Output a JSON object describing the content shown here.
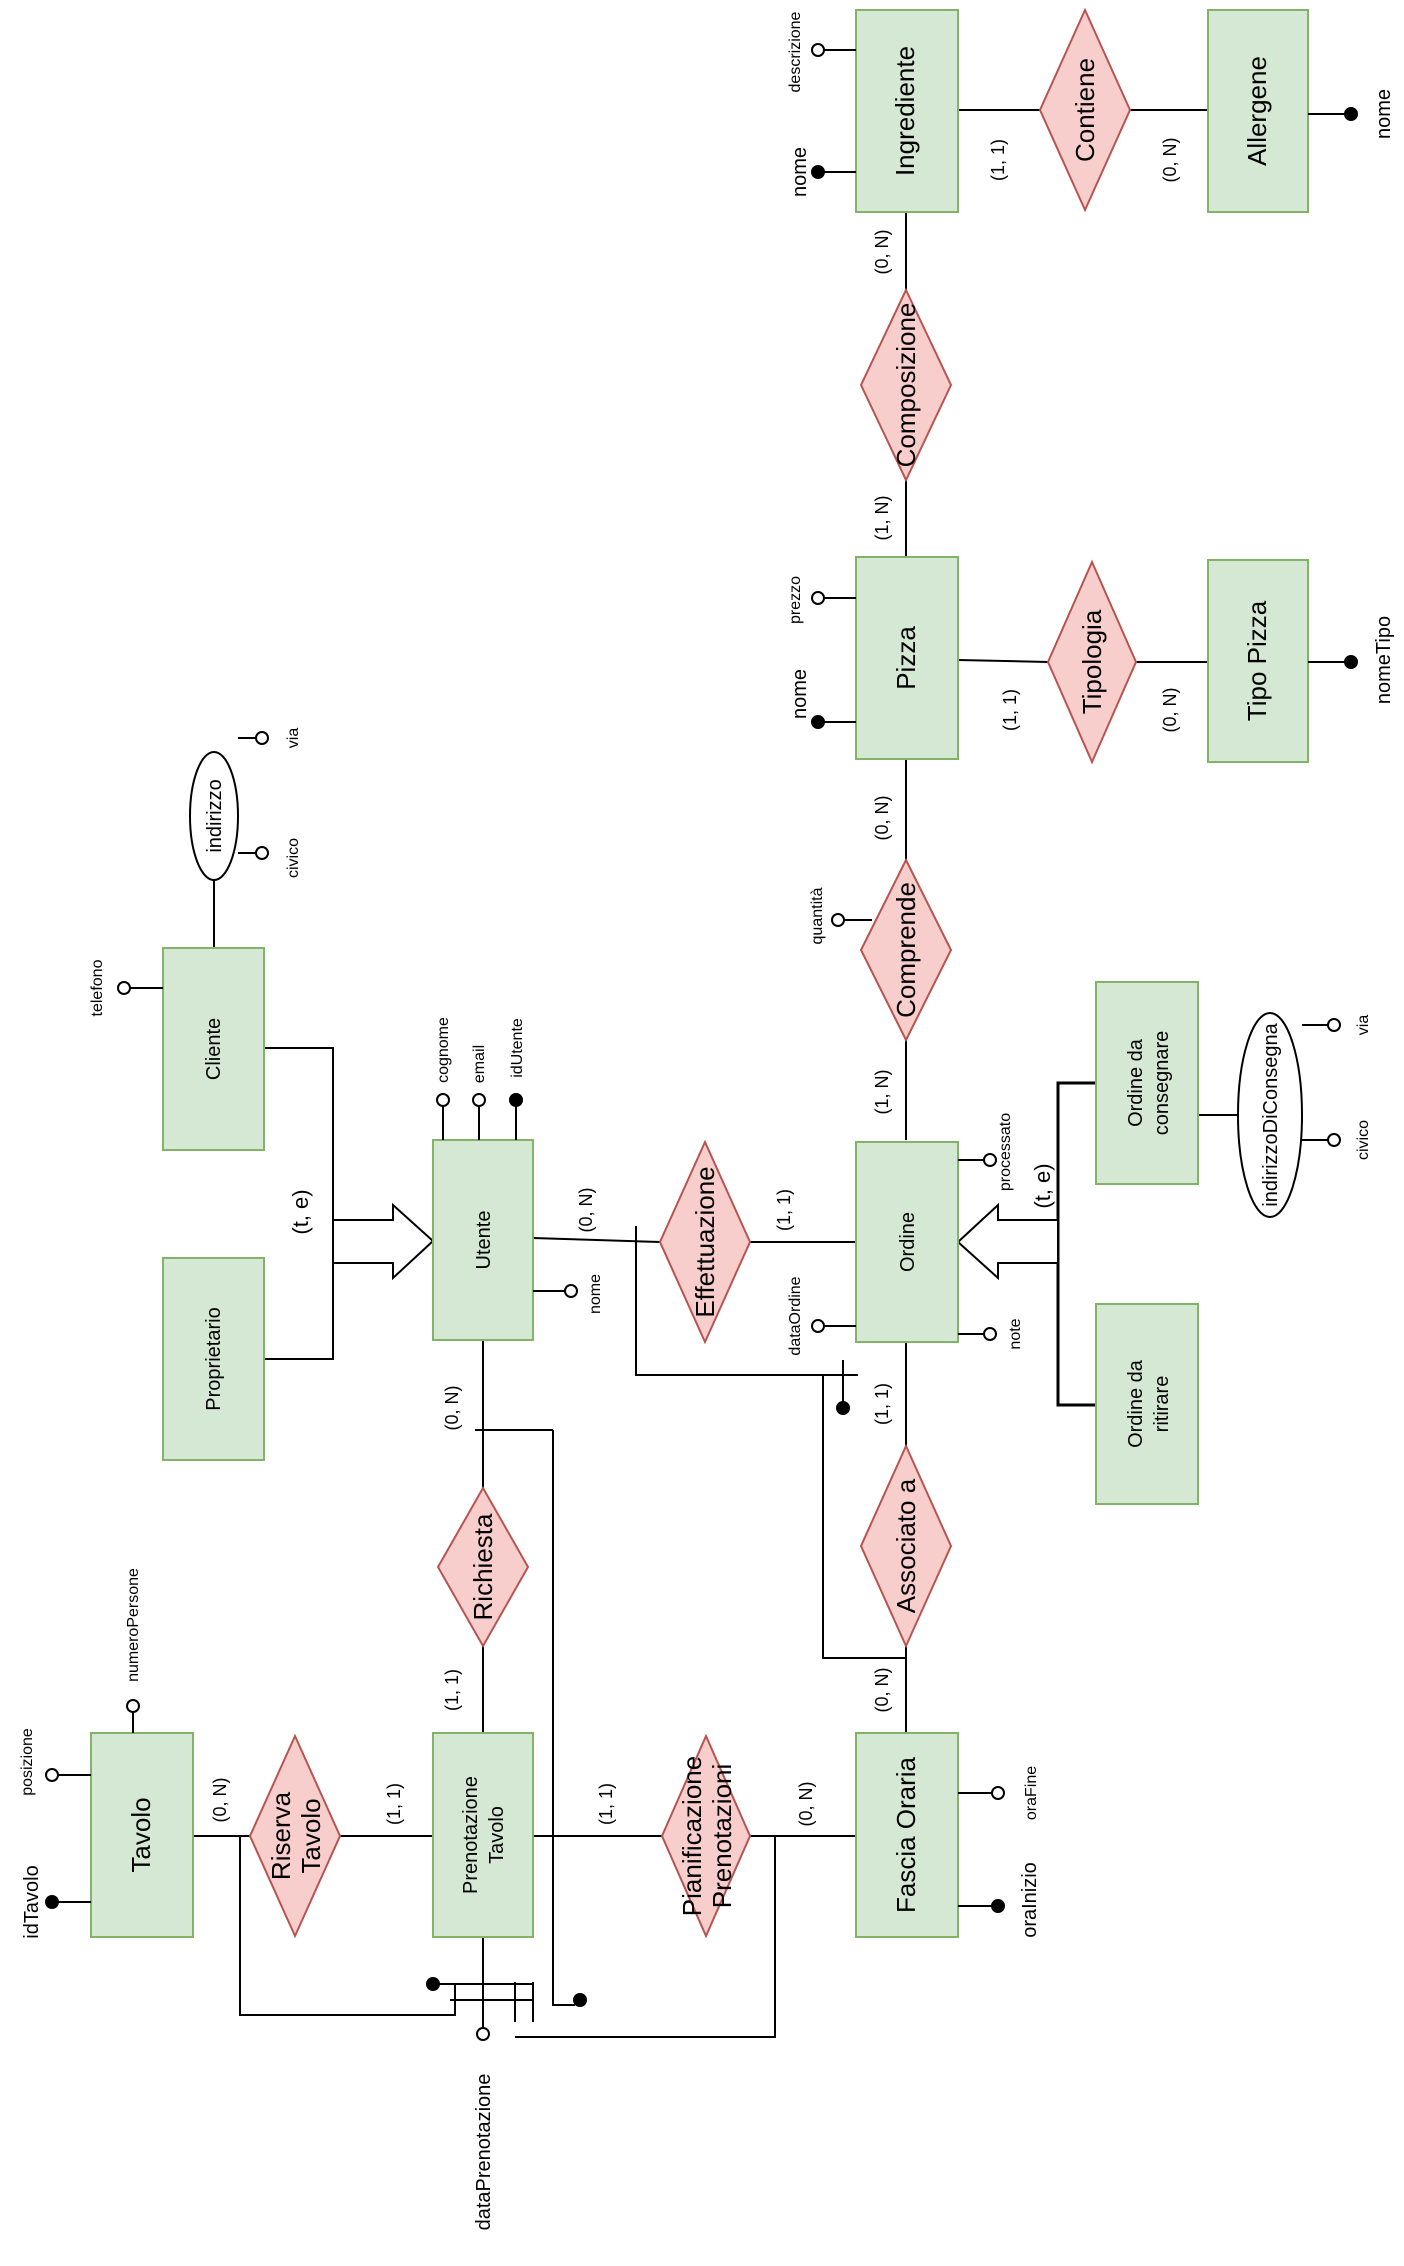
{
  "entities": {
    "ingrediente": "Ingrediente",
    "allergene": "Allergene",
    "pizza": "Pizza",
    "tipo_pizza": "Tipo Pizza",
    "cliente": "Cliente",
    "proprietario": "Proprietario",
    "utente": "Utente",
    "ordine": "Ordine",
    "ordine_consegnare": [
      "Ordine da",
      "consegnare"
    ],
    "ordine_ritirare": [
      "Ordine da",
      "ritirare"
    ],
    "tavolo": "Tavolo",
    "prenotazione_tavolo": [
      "Prenotazione",
      "Tavolo"
    ],
    "fascia_oraria": "Fascia Oraria"
  },
  "relationships": {
    "contiene": "Contiene",
    "composizione": "Composizione",
    "tipologia": "Tipologia",
    "comprende": "Comprende",
    "effettuazione": "Effettuazione",
    "associato_a": "Associato a",
    "richiesta": "Richiesta",
    "riserva_tavolo": [
      "Riserva",
      "Tavolo"
    ],
    "pianificazione_prenotazioni": [
      "Pianificazione",
      "Prenotazioni"
    ]
  },
  "composite_attributes": {
    "indirizzo": "indirizzo",
    "indirizzo_di_consegna": "indirizzoDiConsegna"
  },
  "attributes": {
    "ingrediente_descrizione": "descrizione",
    "ingrediente_nome": "nome",
    "allergene_nome": "nome",
    "pizza_prezzo": "prezzo",
    "pizza_nome": "nome",
    "tipo_pizza_nome_tipo": "nomeTipo",
    "comprende_quantita": "quantità",
    "cliente_telefono": "telefono",
    "indirizzo_via": "via",
    "indirizzo_civico": "civico",
    "utente_cognome": "cognome",
    "utente_email": "email",
    "utente_id_utente": "idUtente",
    "utente_nome": "nome",
    "ordine_processato": "processato",
    "ordine_note": "note",
    "ordine_data_ordine": "dataOrdine",
    "consegna_via": "via",
    "consegna_civico": "civico",
    "tavolo_posizione": "posizione",
    "tavolo_numero_persone": "numeroPersone",
    "tavolo_id_tavolo": "idTavolo",
    "fascia_ora_fine": "oraFine",
    "fascia_ora_inizio": "oraInizio",
    "prenotazione_data_prenotazione": "dataPrenotazione"
  },
  "cardinalities": {
    "ingrediente_contiene": "(1, 1)",
    "allergene_contiene": "(0, N)",
    "ingrediente_composizione": "(0, N)",
    "pizza_composizione": "(1, N)",
    "pizza_tipologia": "(1, 1)",
    "tipo_pizza_tipologia": "(0, N)",
    "pizza_comprende": "(0, N)",
    "ordine_comprende": "(1, N)",
    "utente_effettuazione": "(0, N)",
    "ordine_effettuazione": "(1, 1)",
    "ordine_associato": "(1, 1)",
    "fascia_associato": "(0, N)",
    "utente_richiesta": "(0, N)",
    "prenotazione_richiesta": "(1, 1)",
    "tavolo_riserva": "(0, N)",
    "prenotazione_riserva": "(1, 1)",
    "prenotazione_pianificazione": "(1, 1)",
    "fascia_pianificazione": "(0, N)"
  },
  "generalizations": {
    "utente": "(t, e)",
    "ordine": "(t, e)"
  },
  "colors": {
    "entity_fill": "#d5e8d4",
    "entity_stroke": "#82b366",
    "relationship_fill": "#f8cecc",
    "relationship_stroke": "#b85450"
  }
}
